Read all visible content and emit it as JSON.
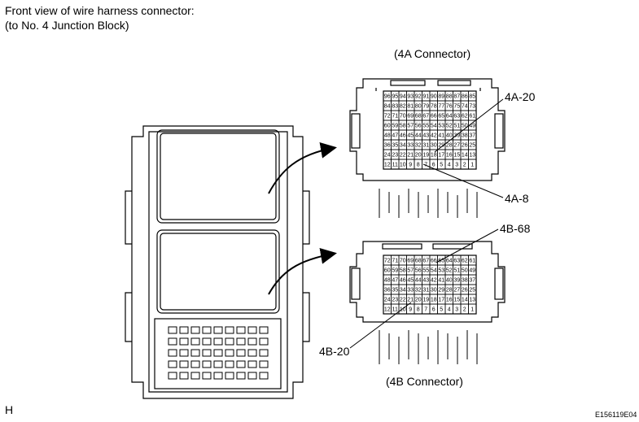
{
  "title_line1": "Front view of wire harness connector:",
  "title_line2": "(to No. 4 Junction Block)",
  "connector_a_caption": "(4A Connector)",
  "connector_b_caption": "(4B Connector)",
  "callouts": {
    "a20": "4A-20",
    "a8": "4A-8",
    "b68": "4B-68",
    "b20": "4B-20"
  },
  "corner_mark": "H",
  "figure_id": "E156119E04",
  "connector_a_rows": [
    [
      "96",
      "95",
      "94",
      "93",
      "92",
      "91",
      "90",
      "89",
      "88",
      "87",
      "86",
      "85"
    ],
    [
      "84",
      "83",
      "82",
      "81",
      "80",
      "79",
      "78",
      "77",
      "76",
      "75",
      "74",
      "73"
    ],
    [
      "72",
      "71",
      "70",
      "69",
      "68",
      "67",
      "66",
      "65",
      "64",
      "63",
      "62",
      "61"
    ],
    [
      "60",
      "59",
      "58",
      "57",
      "56",
      "55",
      "54",
      "53",
      "52",
      "51",
      "50",
      "49"
    ],
    [
      "48",
      "47",
      "46",
      "45",
      "44",
      "43",
      "42",
      "41",
      "40",
      "39",
      "38",
      "37"
    ],
    [
      "36",
      "35",
      "34",
      "33",
      "32",
      "31",
      "30",
      "29",
      "28",
      "27",
      "26",
      "25"
    ],
    [
      "24",
      "23",
      "22",
      "21",
      "20",
      "19",
      "18",
      "17",
      "16",
      "15",
      "14",
      "13"
    ],
    [
      "12",
      "11",
      "10",
      "9",
      "8",
      "7",
      "6",
      "5",
      "4",
      "3",
      "2",
      "1"
    ]
  ],
  "connector_b_rows": [
    [
      "72",
      "71",
      "70",
      "69",
      "68",
      "67",
      "66",
      "65",
      "64",
      "63",
      "62",
      "61"
    ],
    [
      "60",
      "59",
      "58",
      "57",
      "56",
      "55",
      "54",
      "53",
      "52",
      "51",
      "50",
      "49"
    ],
    [
      "48",
      "47",
      "46",
      "45",
      "44",
      "43",
      "42",
      "41",
      "40",
      "39",
      "38",
      "37"
    ],
    [
      "36",
      "35",
      "34",
      "33",
      "32",
      "31",
      "30",
      "29",
      "28",
      "27",
      "26",
      "25"
    ],
    [
      "24",
      "23",
      "22",
      "21",
      "20",
      "19",
      "18",
      "17",
      "16",
      "15",
      "14",
      "13"
    ],
    [
      "12",
      "11",
      "10",
      "9",
      "8",
      "7",
      "6",
      "5",
      "4",
      "3",
      "2",
      "1"
    ]
  ]
}
